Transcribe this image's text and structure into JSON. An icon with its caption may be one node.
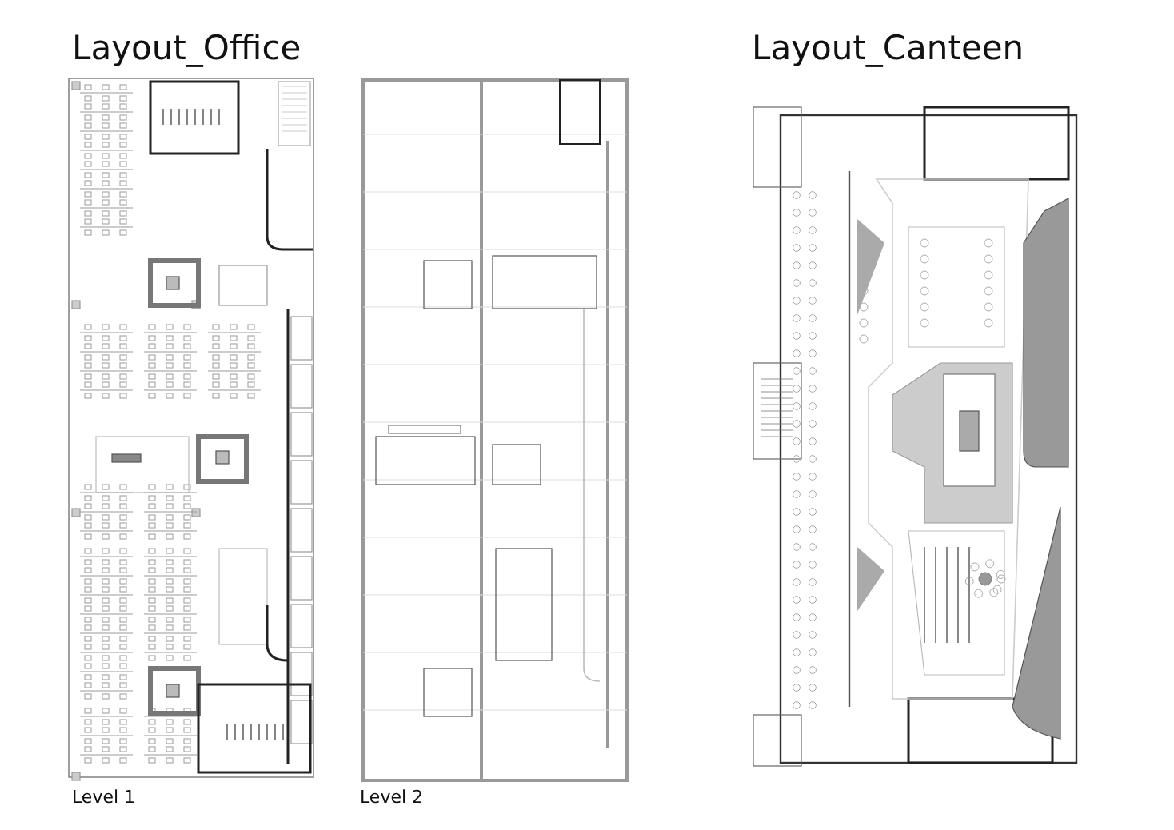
{
  "diagram": {
    "labels": [
      "Layout_Office",
      "Layout_Canteen",
      "Level 1",
      "Level 2"
    ]
  }
}
